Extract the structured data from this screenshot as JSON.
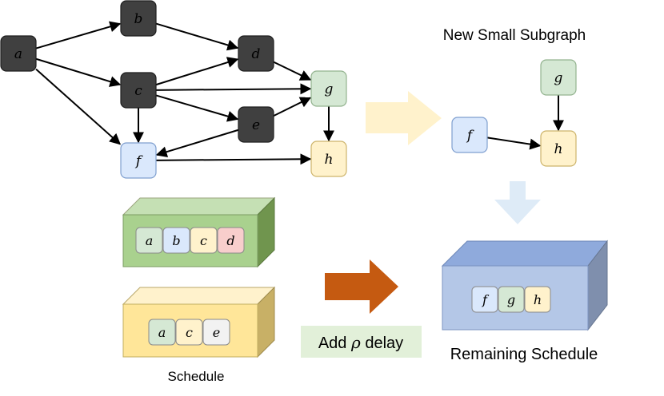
{
  "graph": {
    "nodes": [
      {
        "id": "a",
        "label": "a",
        "status": "scheduled"
      },
      {
        "id": "b",
        "label": "b",
        "status": "scheduled"
      },
      {
        "id": "c",
        "label": "c",
        "status": "scheduled"
      },
      {
        "id": "d",
        "label": "d",
        "status": "scheduled"
      },
      {
        "id": "e",
        "label": "e",
        "status": "scheduled"
      },
      {
        "id": "f",
        "label": "f",
        "status": "pending"
      },
      {
        "id": "g",
        "label": "g",
        "status": "pending"
      },
      {
        "id": "h",
        "label": "h",
        "status": "pending"
      }
    ],
    "edges": [
      {
        "from": "a",
        "to": "b"
      },
      {
        "from": "a",
        "to": "c"
      },
      {
        "from": "a",
        "to": "f"
      },
      {
        "from": "b",
        "to": "d"
      },
      {
        "from": "c",
        "to": "d"
      },
      {
        "from": "c",
        "to": "g"
      },
      {
        "from": "c",
        "to": "e"
      },
      {
        "from": "c",
        "to": "f"
      },
      {
        "from": "d",
        "to": "g"
      },
      {
        "from": "e",
        "to": "g"
      },
      {
        "from": "e",
        "to": "f"
      },
      {
        "from": "f",
        "to": "h"
      },
      {
        "from": "g",
        "to": "h"
      }
    ]
  },
  "subgraph": {
    "title": "New Small Subgraph",
    "nodes": [
      {
        "id": "f",
        "label": "f"
      },
      {
        "id": "g",
        "label": "g"
      },
      {
        "id": "h",
        "label": "h"
      }
    ],
    "edges": [
      {
        "from": "f",
        "to": "h"
      },
      {
        "from": "g",
        "to": "h"
      }
    ]
  },
  "schedules": {
    "top": {
      "items": [
        "a",
        "b",
        "c",
        "d"
      ]
    },
    "bottom": {
      "items": [
        "a",
        "c",
        "e"
      ]
    },
    "label": "Schedule"
  },
  "delay": {
    "label_prefix": "Add ",
    "label_symbol": "ρ",
    "label_suffix": " delay"
  },
  "remaining": {
    "title": "Remaining Schedule",
    "items": [
      "f",
      "g",
      "h"
    ]
  },
  "colors": {
    "node_scheduled": "#404040",
    "node_f": "#dae8fc",
    "node_g": "#d5e8d4",
    "node_h": "#fff2cc",
    "block_green": "#a9d18e",
    "block_yellow": "#ffe699",
    "block_blue": "#b4c7e7",
    "arrow_orange": "#c55a11",
    "arrow_pale_yellow": "#fff2cc",
    "arrow_pale_blue": "#deebf7",
    "delay_bg": "#e2f0d9"
  }
}
